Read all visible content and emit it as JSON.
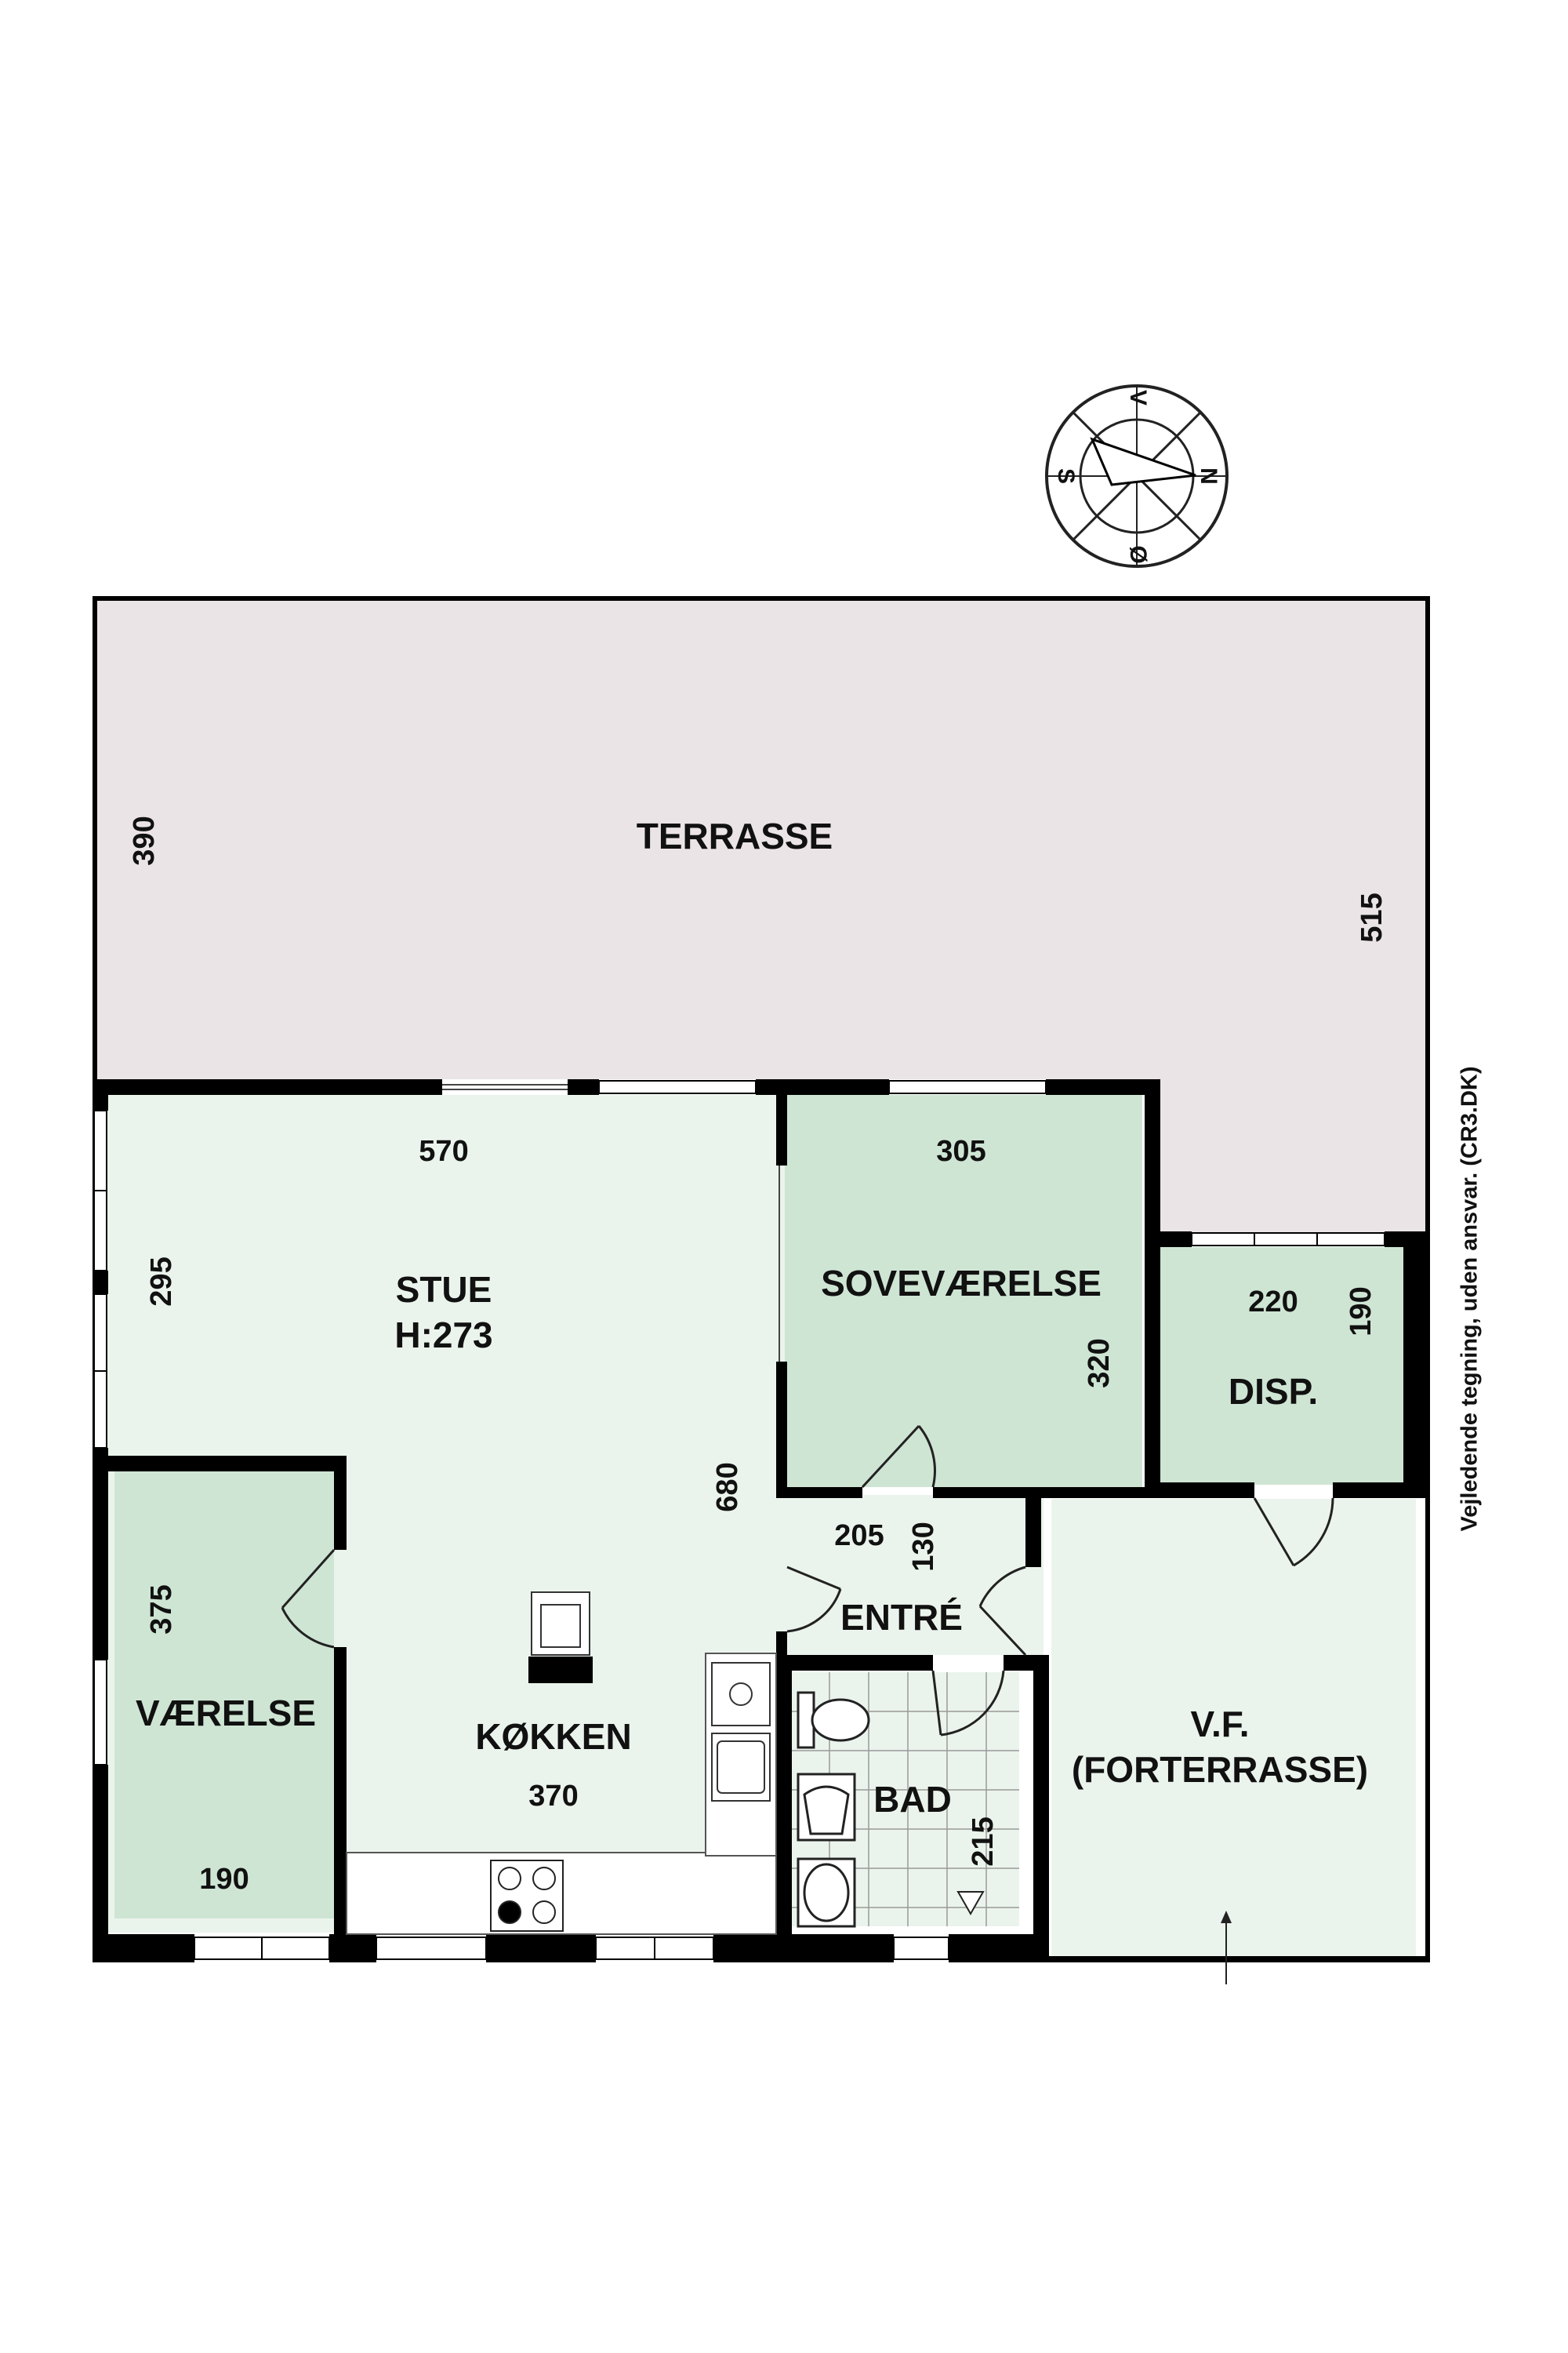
{
  "colors": {
    "terrace": "#ebe4e6",
    "living": "#ebf4ec",
    "room": "#cfe5d4",
    "wall": "#000000",
    "background": "#ffffff"
  },
  "compass": {
    "north": "N",
    "south": "S",
    "east": "Ø",
    "west": "V"
  },
  "rooms": {
    "terrace": {
      "name": "TERRASSE",
      "dim_a": "390",
      "dim_b": "515"
    },
    "living": {
      "name": "STUE",
      "height": "H:273",
      "dim_a": "570",
      "dim_b": "295",
      "dim_c": "680"
    },
    "bedroom": {
      "name": "SOVEVÆRELSE",
      "dim_a": "305",
      "dim_b": "320"
    },
    "storage": {
      "name": "DISP.",
      "dim_a": "220",
      "dim_b": "190"
    },
    "entrance": {
      "name": "ENTRÉ",
      "dim_a": "205",
      "dim_b": "130"
    },
    "room": {
      "name": "VÆRELSE",
      "dim_a": "375",
      "dim_b": "190"
    },
    "kitchen": {
      "name": "KØKKEN",
      "dim_a": "370"
    },
    "bath": {
      "name": "BAD",
      "dim_a": "215"
    },
    "porch": {
      "line1": "V.F.",
      "line2": "(FORTERRASSE)"
    }
  },
  "disclaimer": "Vejledende tegning, uden ansvar. (CR3.DK)"
}
